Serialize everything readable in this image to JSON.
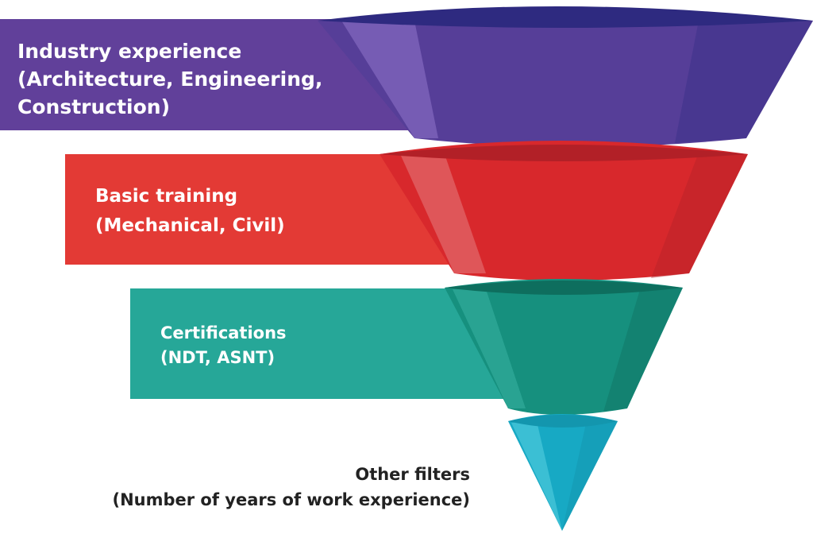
{
  "funnel": {
    "stages": [
      {
        "line1": "Industry experience",
        "line2": "(Architecture, Engineering,",
        "line3": "Construction)",
        "color": "#563E98",
        "light": "#7B62B8",
        "dark": "#2E2A80",
        "band_color": "#61409A"
      },
      {
        "line1": "Basic training",
        "line2": "(Mechanical, Civil)",
        "color": "#D8282C",
        "light": "#E05B5E",
        "dark": "#B22027",
        "band_color": "#E33A35"
      },
      {
        "line1": "Certifications",
        "line2": "(NDT, ASNT)",
        "color": "#16907E",
        "light": "#2BA595",
        "dark": "#0E6E5E",
        "band_color": "#26A798"
      },
      {
        "line1": "Other filters",
        "line2": "(Number of years of work experience)",
        "color": "#17A9C4",
        "light": "#3FC1D6",
        "dark": "#1396AE",
        "text_color": "#222222"
      }
    ]
  }
}
